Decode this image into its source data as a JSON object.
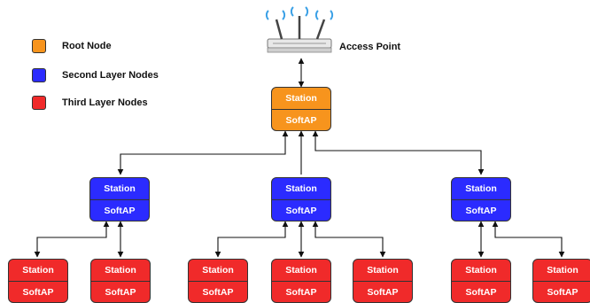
{
  "legend": [
    {
      "label": "Root Node",
      "color": "#f7941d"
    },
    {
      "label": "Second Layer Nodes",
      "color": "#2b2bff"
    },
    {
      "label": "Third Layer Nodes",
      "color": "#f02a2a"
    }
  ],
  "access_point": {
    "label": "Access Point",
    "icon": "wireless-router-icon"
  },
  "node_text": {
    "station": "Station",
    "softap": "SoftAP"
  },
  "colors": {
    "root": "#f7941d",
    "second": "#2b2bff",
    "third": "#f02a2a",
    "line": "#111111"
  }
}
